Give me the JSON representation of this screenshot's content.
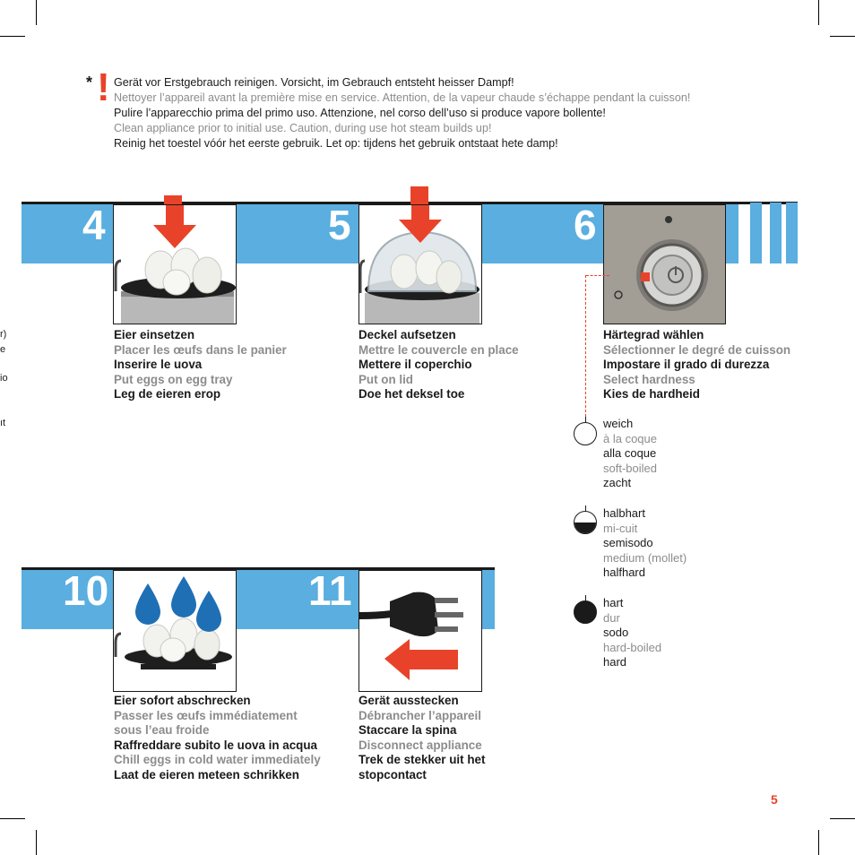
{
  "notice": {
    "marker": "*",
    "warning_glyph": "!",
    "lines": [
      "Gerät vor Erstgebrauch reinigen. Vorsicht, im Gebrauch entsteht heisser Dampf!",
      "Nettoyer l’appareil avant la première mise en service. Attention, de la vapeur chaude s’échappe pendant la cuisson!",
      "Pulire l’apparecchio prima del primo uso. Attenzione, nel corso dell’uso si produce vapore bollente!",
      "Clean appliance prior to initial use. Caution, during use hot steam builds up!",
      "Reinig het toestel vóór het eerste gebruik. Let op: tijdens het gebruik ontstaat hete damp!"
    ]
  },
  "left_cut_fragments": [
    "r)",
    "e",
    "io",
    "ıt"
  ],
  "steps": [
    {
      "number": "4",
      "lines": [
        "Eier einsetzen",
        "Placer les œufs dans le panier",
        "Inserire le uova",
        "Put eggs on egg tray",
        "Leg de eieren erop"
      ]
    },
    {
      "number": "5",
      "lines": [
        "Deckel aufsetzen",
        "Mettre le couvercle en place",
        "Mettere il coperchio",
        "Put on lid",
        "Doe het deksel toe"
      ]
    },
    {
      "number": "6",
      "lines": [
        "Härtegrad wählen",
        "Sélectionner le degré de cuisson",
        "Impostare il grado di durezza",
        "Select hardness",
        "Kies de hardheid"
      ]
    },
    {
      "number": "10",
      "lines": [
        "Eier sofort abschrecken",
        "Passer les œufs immédiatement",
        "sous l’eau froide",
        "Raffreddare subito le uova in acqua",
        "Chill eggs in cold water immediately",
        "Laat de eieren meteen schrikken"
      ]
    },
    {
      "number": "11",
      "lines": [
        "Gerät ausstecken",
        "Débrancher l’appareil",
        "Staccare la spina",
        "Disconnect appliance",
        "Trek de stekker uit het",
        "stopcontact"
      ]
    }
  ],
  "hardness_levels": [
    {
      "level": "soft",
      "lines": [
        "weich",
        "à la coque",
        "alla coque",
        "soft-boiled",
        "zacht"
      ]
    },
    {
      "level": "medium",
      "lines": [
        "halbhart",
        "mi-cuit",
        "semisodo",
        "medium (mollet)",
        "halfhard"
      ]
    },
    {
      "level": "hard",
      "lines": [
        "hart",
        "dur",
        "sodo",
        "hard-boiled",
        "hard"
      ]
    }
  ],
  "page_number": "5",
  "colors": {
    "band_blue": "#5aaee0",
    "accent_red": "#e8432a",
    "text": "#1a1a1a",
    "gray_text": "#8c8c8c",
    "egg_drop_blue": "#1f6fb5"
  }
}
